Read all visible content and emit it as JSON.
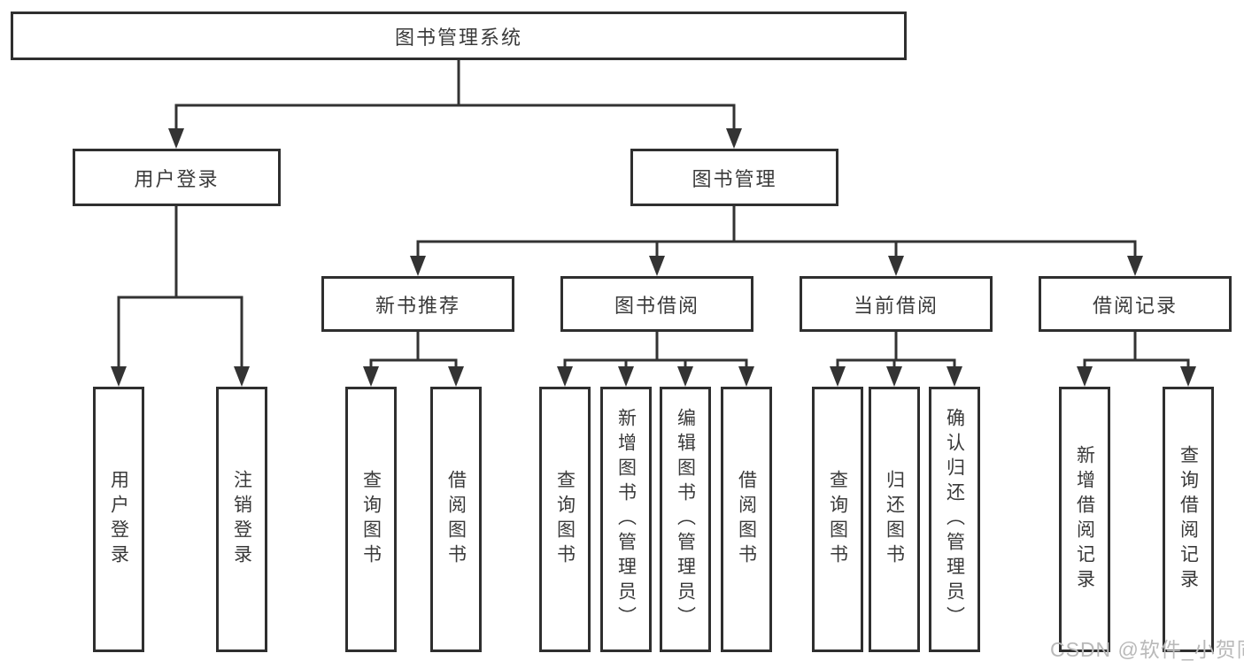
{
  "tree": {
    "label": "图书管理系统",
    "children": [
      {
        "label": "用户登录",
        "children": [
          {
            "label": "用户登录"
          },
          {
            "label": "注销登录"
          }
        ]
      },
      {
        "label": "图书管理",
        "children": [
          {
            "label": "新书推荐",
            "children": [
              {
                "label": "查询图书"
              },
              {
                "label": "借阅图书"
              }
            ]
          },
          {
            "label": "图书借阅",
            "children": [
              {
                "label": "查询图书"
              },
              {
                "label": "新增图书（管理员）"
              },
              {
                "label": "编辑图书（管理员）"
              },
              {
                "label": "借阅图书"
              }
            ]
          },
          {
            "label": "当前借阅",
            "children": [
              {
                "label": "查询图书"
              },
              {
                "label": "归还图书"
              },
              {
                "label": "确认归还（管理员）"
              }
            ]
          },
          {
            "label": "借阅记录",
            "children": [
              {
                "label": "新增借阅记录"
              },
              {
                "label": "查询借阅记录"
              }
            ]
          }
        ]
      }
    ]
  },
  "colors": {
    "line": "#333333",
    "border": "#2f2f2f",
    "text": "#3a3a3a",
    "watermark": "#b9b9b9"
  },
  "watermark": {
    "text": "CSDN @软件_小贺同学"
  }
}
